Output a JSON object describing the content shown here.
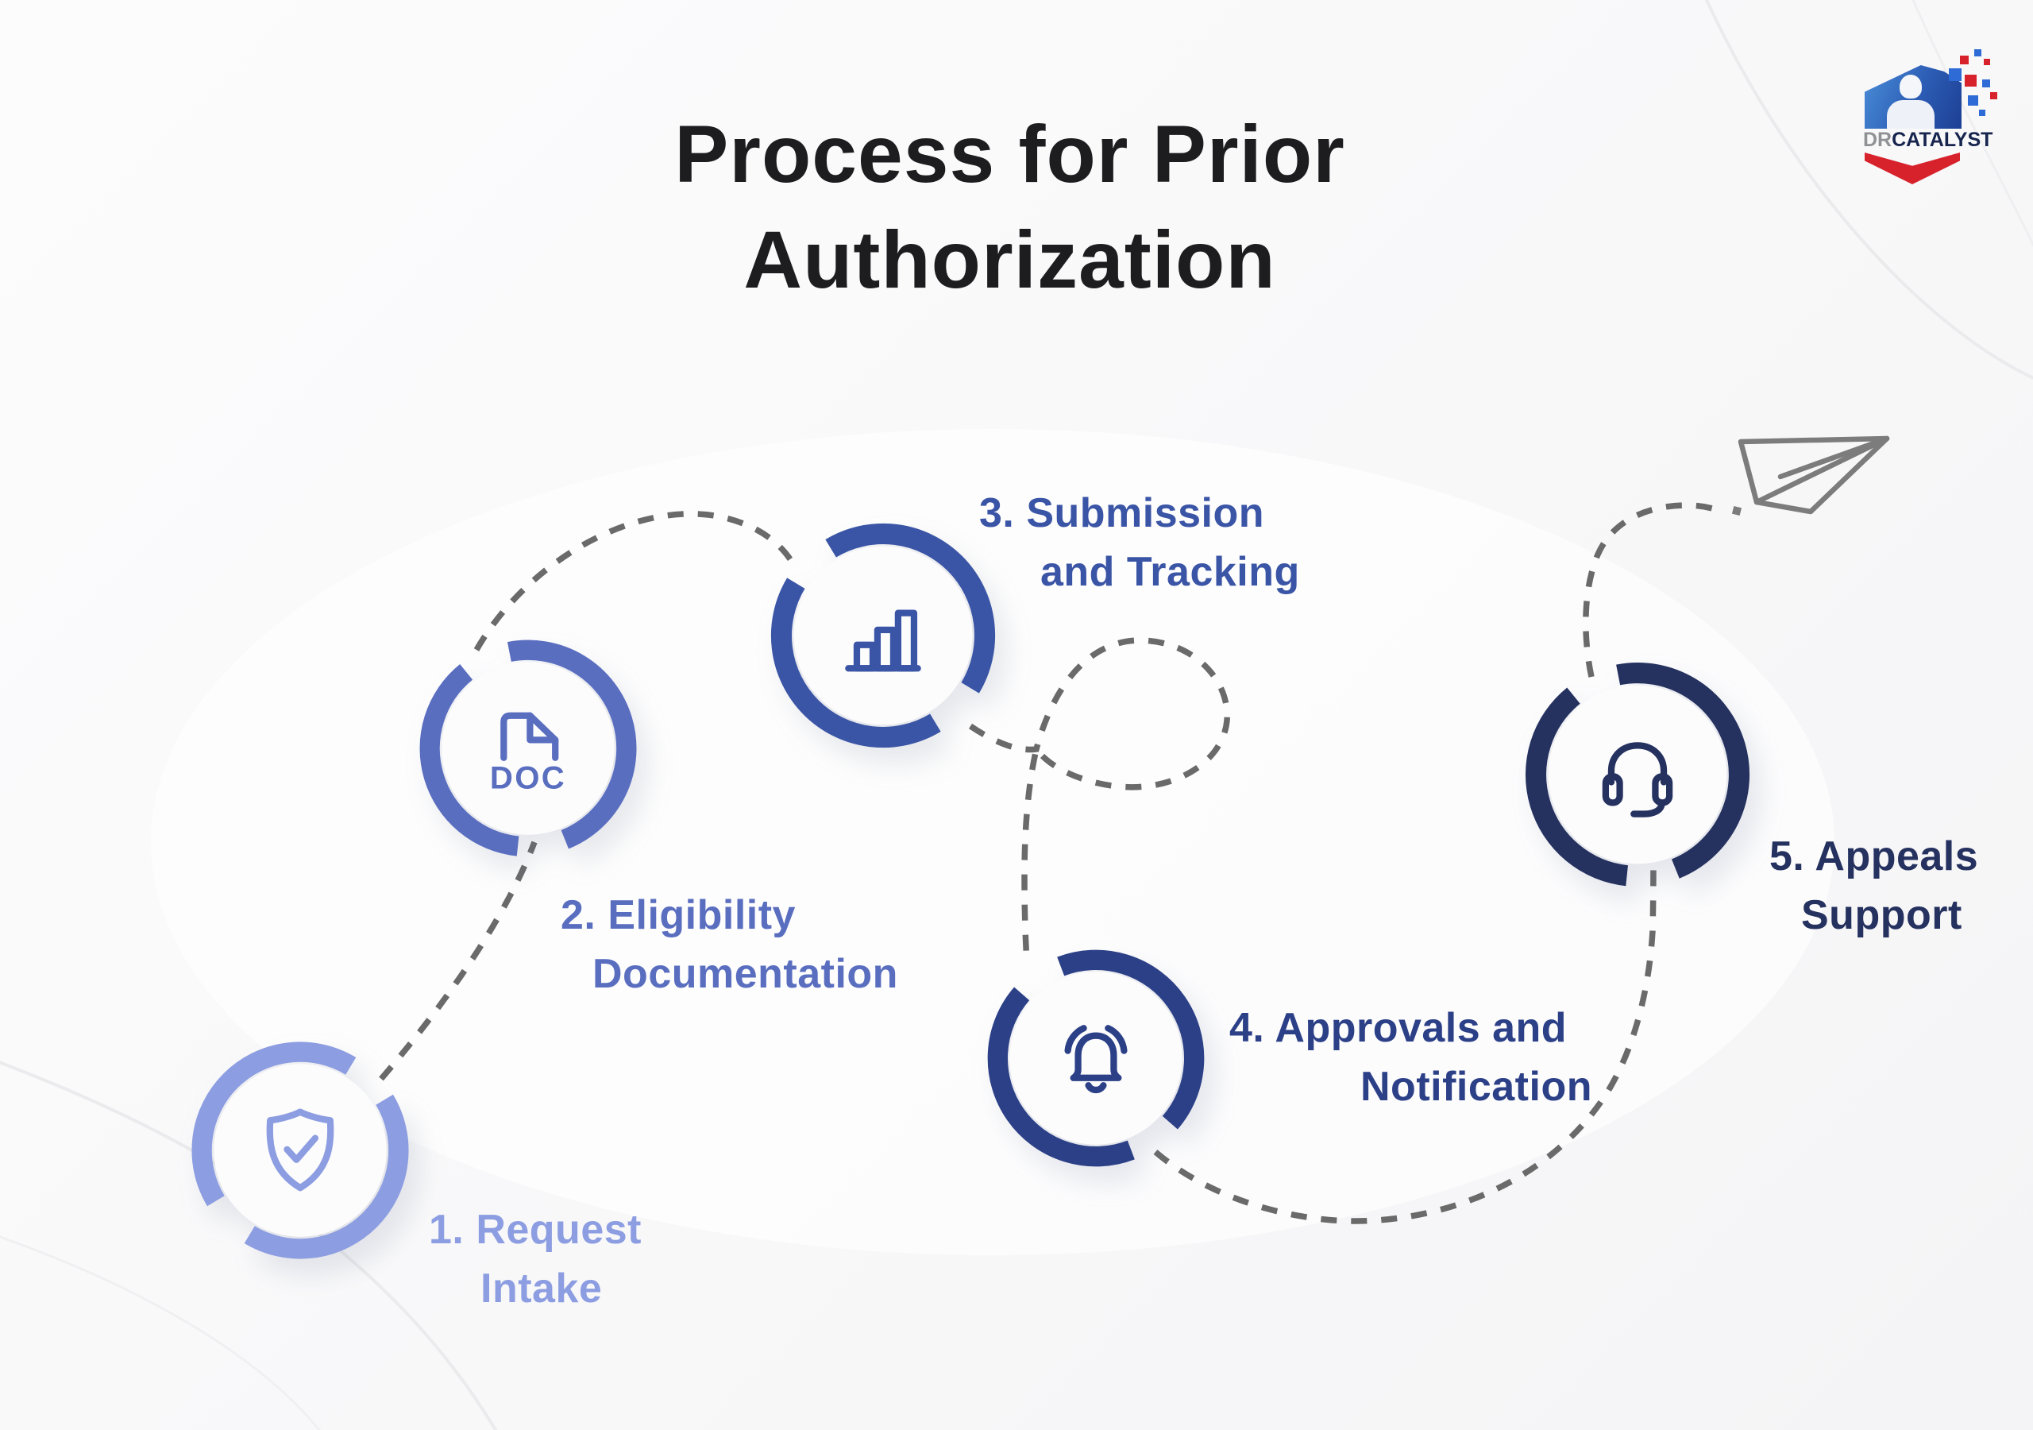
{
  "title": {
    "line1": "Process for Prior",
    "line2": "Authorization"
  },
  "title_color": "#1d1d20",
  "connector_color": "#6a6a6a",
  "plane_color": "#7c7c7c",
  "logo": {
    "dr": "DR",
    "catalyst": "CATALYST",
    "dr_color": "#8f9194",
    "catalyst_color": "#16244e",
    "blue": "#2e6bd6",
    "red": "#d7222c"
  },
  "steps": [
    {
      "num": "1",
      "label_line1": "1. Request",
      "label_line2": "Intake",
      "color": "#8C9DE1",
      "icon": "shield-check-icon"
    },
    {
      "num": "2",
      "label_line1": "2. Eligibility",
      "label_line2": "Documentation",
      "color": "#5A6EC0",
      "icon": "doc-file-icon",
      "icon_text": "DOC"
    },
    {
      "num": "3",
      "label_line1": "3. Submission",
      "label_line2": "and Tracking",
      "color": "#3B55A6",
      "icon": "bar-chart-icon"
    },
    {
      "num": "4",
      "label_line1": "4. Approvals and",
      "label_line2": "Notification",
      "color": "#2C4087",
      "icon": "bell-icon"
    },
    {
      "num": "5",
      "label_line1": "5. Appeals",
      "label_line2": "Support",
      "color": "#25315F",
      "icon": "headset-icon"
    }
  ]
}
